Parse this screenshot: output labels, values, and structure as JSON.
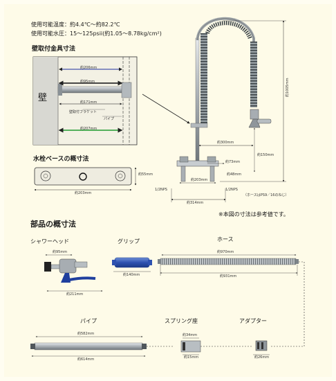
{
  "specs": {
    "temp": "使用可能温度：約4.4℃～約82.2℃",
    "pressure": "使用可能水圧：15～125psii(約1.05～8.78kg/cm²)"
  },
  "wall_section": {
    "title": "壁取付金具寸法",
    "wall_label": "壁",
    "bracket_label": "壁取付ブラケット",
    "pipe_label": "パイプ",
    "dims": [
      "約206mm",
      "約95mm",
      "約171mm",
      "約207mm"
    ]
  },
  "base_section": {
    "title": "水栓ベースの概寸法",
    "dims": [
      "約203mm",
      "約55mm"
    ]
  },
  "main_unit": {
    "height": "約1005mm",
    "reach": "約300mm",
    "spout_dims": [
      "約73mm",
      "約150mm"
    ],
    "base_dims": [
      "約203mm",
      "約48mm",
      "約314mm"
    ],
    "thread_labels": [
      "1/2NPS",
      "1/2NPS"
    ],
    "connection_note": "（ホースはPS9／16のねじ）"
  },
  "note": "※本図の寸法は参考値です。",
  "parts": {
    "title": "部品の概寸法",
    "shower_head": {
      "label": "シャワーヘッド",
      "dims": [
        "約95mm",
        "約211mm"
      ]
    },
    "grip": {
      "label": "グリップ",
      "dims": [
        "約140mm"
      ]
    },
    "hose": {
      "label": "ホース",
      "dims": [
        "約970mm",
        "約931mm"
      ]
    },
    "pipe": {
      "label": "パイプ",
      "dims": [
        "約582mm",
        "約614mm"
      ]
    },
    "spring_seat": {
      "label": "スプリング座",
      "dims": [
        "約34mm",
        "約15mm"
      ]
    },
    "adapter": {
      "label": "アダプター",
      "dims": [
        "約26mm"
      ]
    }
  }
}
